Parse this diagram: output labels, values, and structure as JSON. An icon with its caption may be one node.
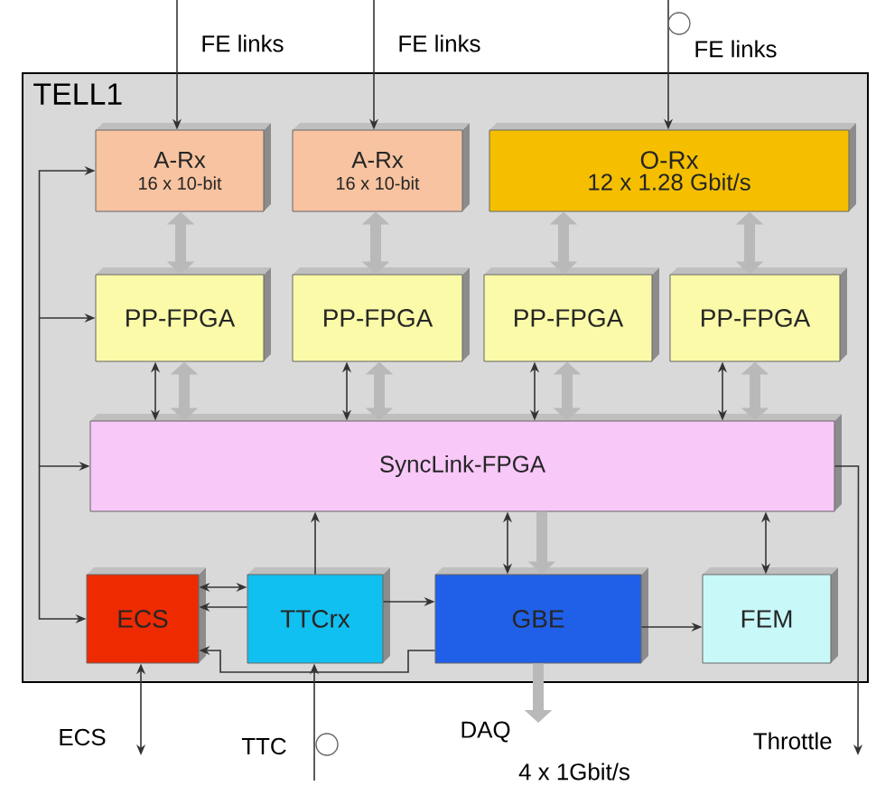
{
  "diagram": {
    "nodes": [
      {
        "text": [
          "TELL1"
        ]
      },
      {
        "text": [
          "A-Rx",
          "16 x 10-bit"
        ],
        "in": 0
      },
      {
        "text": [
          "A-Rx",
          "16 x 10-bit"
        ],
        "in": 0
      },
      {
        "text": [
          "O-Rx",
          "12 x 1.28 Gbit/s"
        ],
        "in": 0
      },
      {
        "text": [
          "PP-FPGA"
        ],
        "in": 0
      },
      {
        "text": [
          "PP-FPGA"
        ],
        "in": 0
      },
      {
        "text": [
          "PP-FPGA"
        ],
        "in": 0
      },
      {
        "text": [
          "PP-FPGA"
        ],
        "in": 0
      },
      {
        "text": [
          "SyncLink-FPGA"
        ],
        "in": 0
      },
      {
        "text": [
          "ECS"
        ],
        "in": 0
      },
      {
        "text": [
          "TTCrx"
        ],
        "in": 0
      },
      {
        "text": [
          "GBE"
        ],
        "in": 0
      },
      {
        "text": [
          "FEM"
        ],
        "in": 0
      }
    ],
    "edges": [
      {
        "from": null,
        "to": 1,
        "arrow": "to",
        "label": "FE links"
      },
      {
        "from": null,
        "to": 2,
        "arrow": "to",
        "label": "FE links"
      },
      {
        "from": null,
        "to": 3,
        "arrow": "to",
        "label": "FE links"
      },
      {
        "from": 1,
        "to": 4,
        "arrow": "both",
        "style": "thick",
        "color": "#b9b9b9"
      },
      {
        "from": 2,
        "to": 5,
        "arrow": "both",
        "style": "thick",
        "color": "#b9b9b9"
      },
      {
        "from": 3,
        "to": 6,
        "arrow": "both",
        "style": "thick",
        "color": "#b9b9b9"
      },
      {
        "from": 3,
        "to": 7,
        "arrow": "both",
        "style": "thick",
        "color": "#b9b9b9"
      },
      {
        "from": 4,
        "to": 8,
        "arrow": "both"
      },
      {
        "from": 4,
        "to": 8,
        "arrow": "both",
        "style": "thick",
        "color": "#b9b9b9"
      },
      {
        "from": 5,
        "to": 8,
        "arrow": "both"
      },
      {
        "from": 5,
        "to": 8,
        "arrow": "both",
        "style": "thick",
        "color": "#b9b9b9"
      },
      {
        "from": 6,
        "to": 8,
        "arrow": "both"
      },
      {
        "from": 6,
        "to": 8,
        "arrow": "both",
        "style": "thick",
        "color": "#b9b9b9"
      },
      {
        "from": 7,
        "to": 8,
        "arrow": "both"
      },
      {
        "from": 7,
        "to": 8,
        "arrow": "both",
        "style": "thick",
        "color": "#b9b9b9"
      },
      {
        "from": 9,
        "to": 1,
        "arrow": "both"
      },
      {
        "from": 9,
        "to": 4,
        "arrow": "both"
      },
      {
        "from": 9,
        "to": 8,
        "arrow": "both"
      },
      {
        "from": 10,
        "to": 8,
        "arrow": "to"
      },
      {
        "from": 8,
        "to": 11,
        "arrow": "both"
      },
      {
        "from": 8,
        "to": 11,
        "arrow": "to",
        "style": "thick",
        "color": "#b9b9b9"
      },
      {
        "from": 8,
        "to": 12,
        "arrow": "both"
      },
      {
        "from": 10,
        "to": 9,
        "arrow": "both"
      },
      {
        "from": 10,
        "to": 9,
        "arrow": "to"
      },
      {
        "from": 11,
        "to": 9,
        "arrow": "to"
      },
      {
        "from": 10,
        "to": 11,
        "arrow": "to"
      },
      {
        "from": 11,
        "to": 12,
        "arrow": "to"
      },
      {
        "from": 9,
        "to": null,
        "arrow": "both",
        "label": "ECS"
      },
      {
        "from": null,
        "to": 10,
        "arrow": "to",
        "label": "TTC"
      },
      {
        "from": 11,
        "to": null,
        "arrow": "to",
        "style": "thick",
        "color": "#b9b9b9",
        "label": "DAQ"
      },
      {
        "from": 8,
        "to": null,
        "arrow": "to",
        "label": "Throttle"
      }
    ],
    "labels": [
      "4 x 1Gbit/s"
    ]
  }
}
